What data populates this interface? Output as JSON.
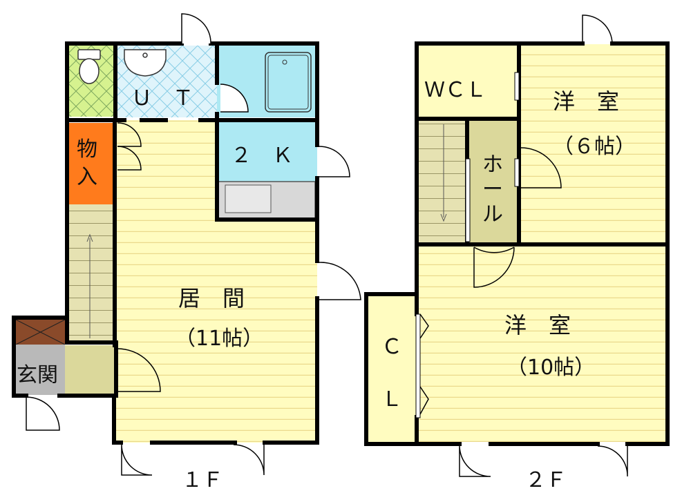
{
  "colors": {
    "living": "#fffcc0",
    "stripe": "#ead98c",
    "kitchen": "#ade9f3",
    "toilet": "#d6f28f",
    "utility": "#dff4fb",
    "storage": "#ff7b1c",
    "stairs": "#e6e2b2",
    "entrance": "#b9b9b9",
    "hall": "#dbd89b",
    "wall": "#000000"
  },
  "floor1": {
    "label": "１Ｆ",
    "ut": "Ｕ　Ｔ",
    "kitchen": "２　Ｋ",
    "storage": [
      "物",
      "入"
    ],
    "living_name": "居　間",
    "living_size": "（11帖）",
    "entrance": "玄関"
  },
  "floor2": {
    "label": "２Ｆ",
    "wcl": "ＷＣＬ",
    "room1_name": "洋　室",
    "room1_size": "（６帖）",
    "hall": [
      "ホ",
      "ー",
      "ル"
    ],
    "room2_name": "洋　室",
    "room2_size": "（10帖）",
    "closet": [
      "Ｃ",
      "Ｌ"
    ]
  }
}
